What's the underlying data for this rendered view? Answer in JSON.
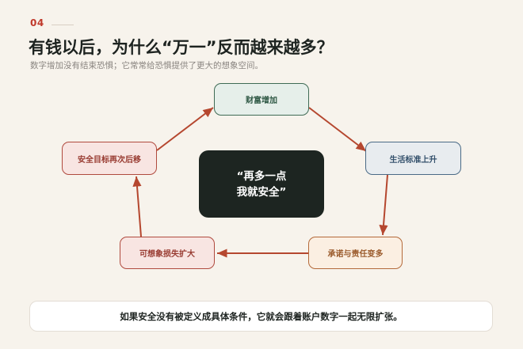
{
  "header": {
    "page_number": "04",
    "title": "有钱以后，为什么“万一”反而越来越多？",
    "subtitle": "数字增加没有结束恐惧；它常常给恐惧提供了更大的想象空间。"
  },
  "diagram": {
    "nodes": [
      {
        "id": "wealth",
        "label": "财富增加"
      },
      {
        "id": "life",
        "label": "生活标准上升"
      },
      {
        "id": "promise",
        "label": "承诺与责任变多"
      },
      {
        "id": "loss",
        "label": "可想象损失扩大"
      },
      {
        "id": "goal",
        "label": "安全目标再次后移"
      }
    ],
    "center": {
      "line1": "“再多一点",
      "line2": "我就安全”"
    },
    "arrow_color": "#b5472f"
  },
  "footer": {
    "text": "如果安全没有被定义成具体条件，它就会跟着账户数字一起无限扩张。"
  }
}
